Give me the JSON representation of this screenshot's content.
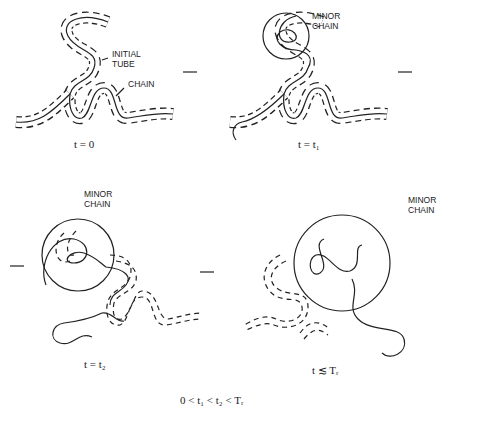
{
  "diagram": {
    "labels": [
      "INITIAL TUBE",
      "CHAIN",
      "t = 0",
      "MINOR CHAIN",
      "t = t₁",
      "MINOR CHAIN",
      "t = t₂",
      "MINOR CHAIN",
      "t ≲ Tᵣ",
      "0 < t₁ < t₂ < Tᵣ"
    ]
  }
}
